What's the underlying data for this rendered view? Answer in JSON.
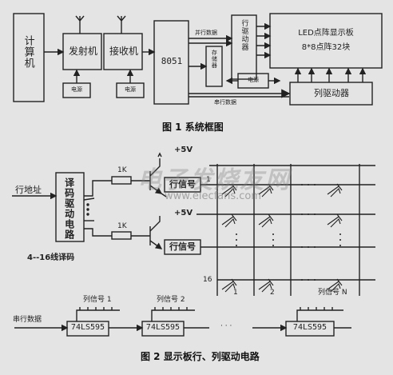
{
  "fig1": {
    "computer": "计算机",
    "transmitter": "发射机",
    "receiver": "接收机",
    "mcu": "8051",
    "power_left": "电源",
    "power_right": "电源",
    "row_driver": "行驱动器",
    "memory": "存储器",
    "power_mid": "电源",
    "led_title": "LED点阵显示板",
    "led_sub": "8*8点阵32块",
    "col_driver": "列驱动器",
    "parallel_data": "并行数据",
    "serial_data": "串行数据",
    "caption": "图 1 系统框图"
  },
  "fig2": {
    "row_address": "行地址",
    "decoder": "译码驱动电路",
    "decoder_note": "4--16线译码",
    "resistor_top": "1K",
    "resistor_bottom": "1K",
    "vcc_top": "+5V",
    "vcc_bottom": "+5V",
    "row_signal_top": "行信号",
    "row_signal_bottom": "行信号",
    "row_first": "1",
    "row_last": "16",
    "col_1": "1",
    "col_2": "2",
    "col_n": "列信号 N",
    "col_sig_1": "列信号 1",
    "col_sig_2": "列信号 2",
    "serial_data": "串行数据",
    "chip_1": "74LS595",
    "chip_2": "74LS595",
    "chip_3": "74LS595",
    "ellipsis": "· · ·",
    "caption": "图 2  显示板行、列驱动电路"
  },
  "watermark": {
    "brand": "电子发烧友网",
    "url": "www.elecfans.com"
  }
}
